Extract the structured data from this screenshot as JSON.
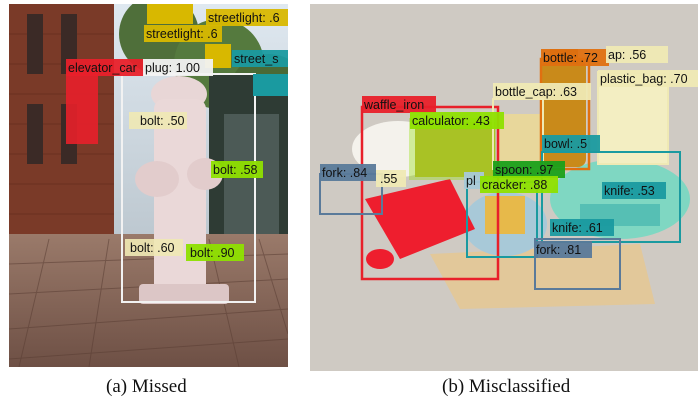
{
  "panels": [
    {
      "caption": "(a) Missed",
      "labels": {
        "streetlight_1": "streetlight: .6",
        "streetlight_2": "streetlight: .6",
        "street_s": "street_s",
        "elevator_car": "elevator_car",
        "plug": "plug: 1.00",
        "bolt_1": "bolt: .50",
        "bolt_2": "bolt: .58",
        "bolt_3": "bolt: .60",
        "bolt_4": "bolt: .90"
      }
    },
    {
      "caption": "(b) Misclassified",
      "labels": {
        "bottle": "bottle: .72",
        "cap": "ap: .56",
        "plastic_bag": "plastic_bag: .70",
        "bottle_cap": "bottle_cap: .63",
        "waffle_iron": "waffle_iron",
        "calculator": "calculator: .43",
        "bowl": "bowl: .5",
        "fork_1": "fork: .84",
        "label_55": ".55",
        "pl": "pl",
        "spoon": "spoon: .97",
        "cracker": "cracker: .88",
        "knife_1": "knife: .53",
        "knife_2": "knife: .61",
        "fork_2": "fork: .81"
      }
    }
  ],
  "colors": {
    "red": "#e8202a",
    "white_box": "#f2f2f2",
    "yellow_box": "#d8b800",
    "teal": "#1a9aa0",
    "lime": "#8ee000",
    "green": "#1aa01a",
    "orange": "#e07010",
    "steel": "#5a7a9a",
    "cream": "#efe9b4"
  }
}
